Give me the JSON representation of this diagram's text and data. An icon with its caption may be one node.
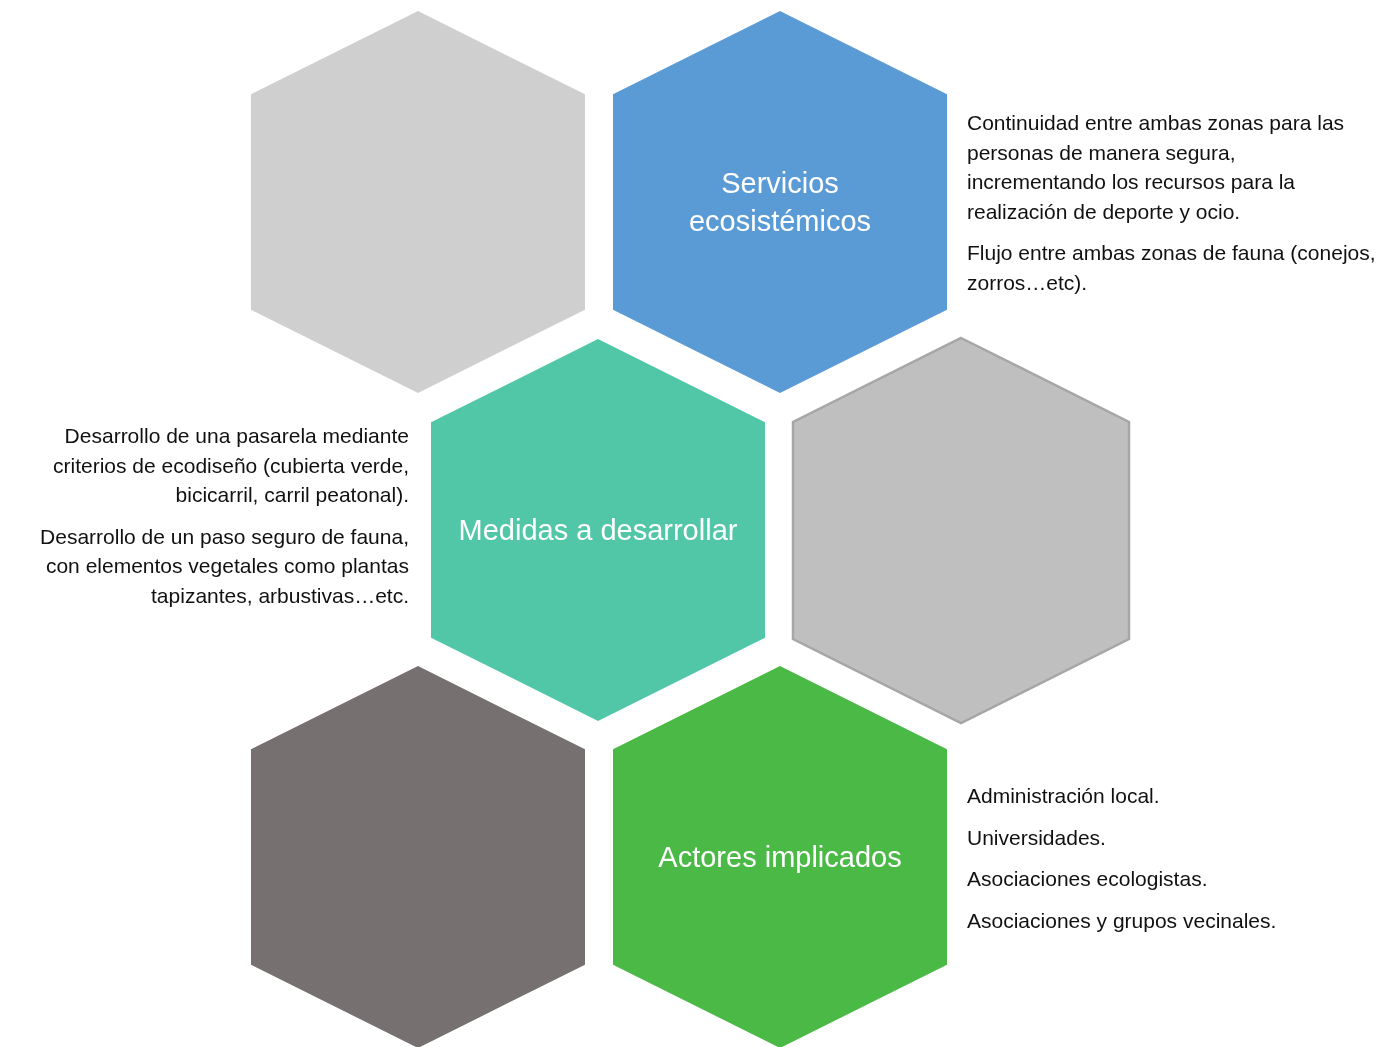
{
  "diagram": {
    "nodes": [
      {
        "text": [],
        "shape": "hexagon"
      },
      {
        "text": [
          "Servicios ecosistémicos"
        ],
        "beside": [
          "Continuidad entre ambas zonas para las personas de manera segura, incrementando los recursos para la realización de deporte y ocio.",
          "Flujo entre ambas zonas de fauna (conejos, zorros…etc)."
        ]
      },
      {
        "text": [
          "Medidas a desarrollar"
        ],
        "beside": [
          "Desarrollo de una pasarela mediante criterios de ecodiseño (cubierta verde, bicicarril, carril peatonal).",
          "Desarrollo de un paso seguro de fauna, con elementos vegetales como plantas tapizantes, arbustivas…etc."
        ]
      },
      {
        "text": [],
        "shape": "hexagon"
      },
      {
        "text": [],
        "shape": "hexagon"
      },
      {
        "text": [
          "Actores implicados"
        ],
        "beside": [
          "Administración local.",
          "Universidades.",
          "Asociaciones ecologistas.",
          "Asociaciones y grupos vecinales."
        ]
      }
    ]
  }
}
